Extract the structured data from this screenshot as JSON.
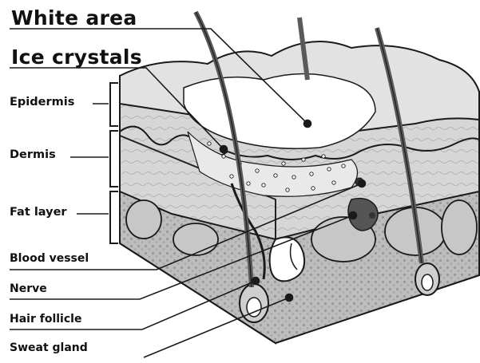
{
  "diagram": {
    "labels": {
      "white_area": "White area",
      "ice_crystals": "Ice crystals",
      "epidermis": "Epidermis",
      "dermis": "Dermis",
      "fat_layer": "Fat layer",
      "blood_vessel": "Blood vessel",
      "nerve": "Nerve",
      "hair_follicle": "Hair follicle",
      "sweat_gland": "Sweat gland"
    },
    "colors": {
      "outline": "#1a1a1a",
      "epidermis": "#cdcdcd",
      "dermis": "#d7d7d7",
      "fat": "#b9b9b9",
      "white_area": "#ffffff",
      "hair": "#5a5a5a",
      "blood": "#555555"
    }
  }
}
